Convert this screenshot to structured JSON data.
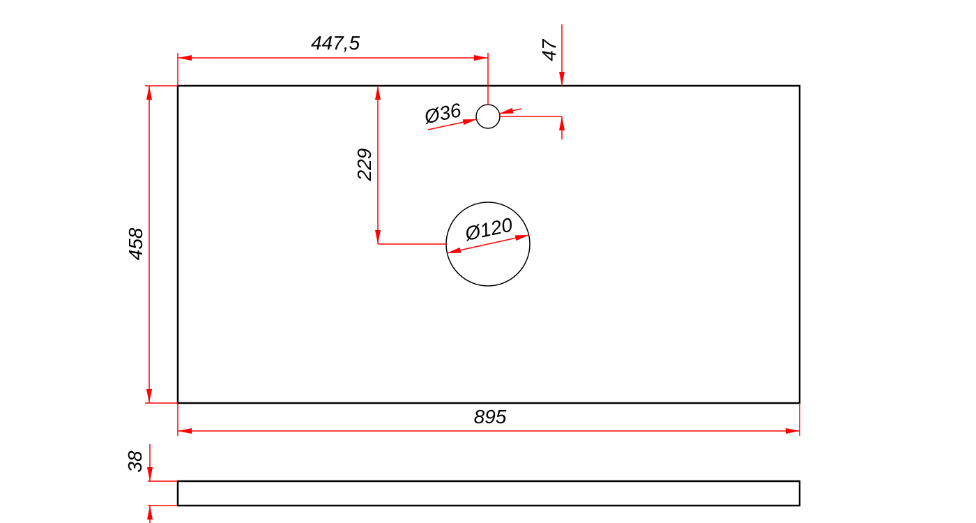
{
  "colors": {
    "outline": "#000000",
    "dimension": "#ff0000",
    "background": "#ffffff"
  },
  "dimensions": {
    "overall_width": "895",
    "overall_depth": "458",
    "tap_hole_offset_x": "447,5",
    "tap_hole_offset_y": "47",
    "tap_hole_diameter": "Ø36",
    "drain_offset_y": "229",
    "drain_diameter": "Ø120",
    "thickness": "38"
  }
}
